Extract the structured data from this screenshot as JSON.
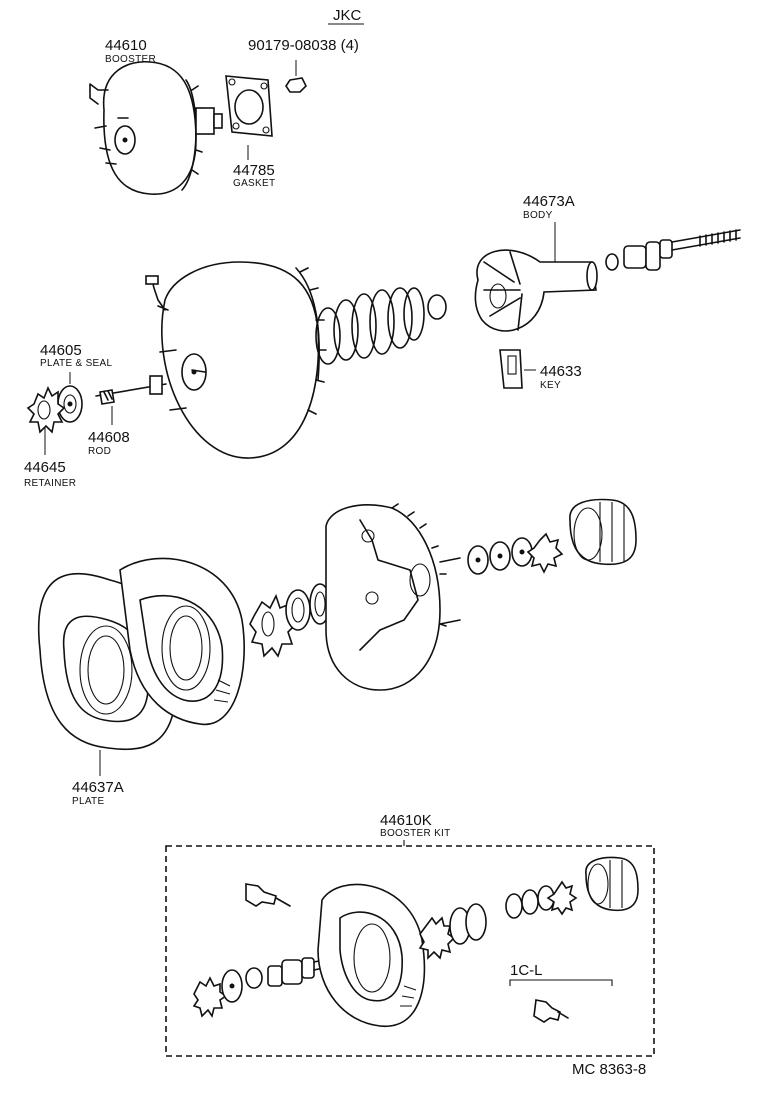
{
  "header": {
    "code": "JKC"
  },
  "footer": {
    "drawing_number": "MC 8363-8"
  },
  "callouts": {
    "booster": {
      "part_no": "44610",
      "name": "BOOSTER"
    },
    "nut": {
      "part_no": "90179-08038 (4)"
    },
    "gasket": {
      "part_no": "44785",
      "name": "GASKET"
    },
    "body": {
      "part_no": "44673A",
      "name": "BODY"
    },
    "plate_seal": {
      "part_no": "44605",
      "name": "PLATE & SEAL"
    },
    "key": {
      "part_no": "44633",
      "name": "KEY"
    },
    "rod": {
      "part_no": "44608",
      "name": "ROD"
    },
    "retainer": {
      "part_no": "44645",
      "name": "RETAINER"
    },
    "plate": {
      "part_no": "44637A",
      "name": "PLATE"
    },
    "kit": {
      "part_no": "44610K",
      "name": "BOOSTER KIT"
    },
    "sub_kit": {
      "label": "1C-L"
    }
  }
}
